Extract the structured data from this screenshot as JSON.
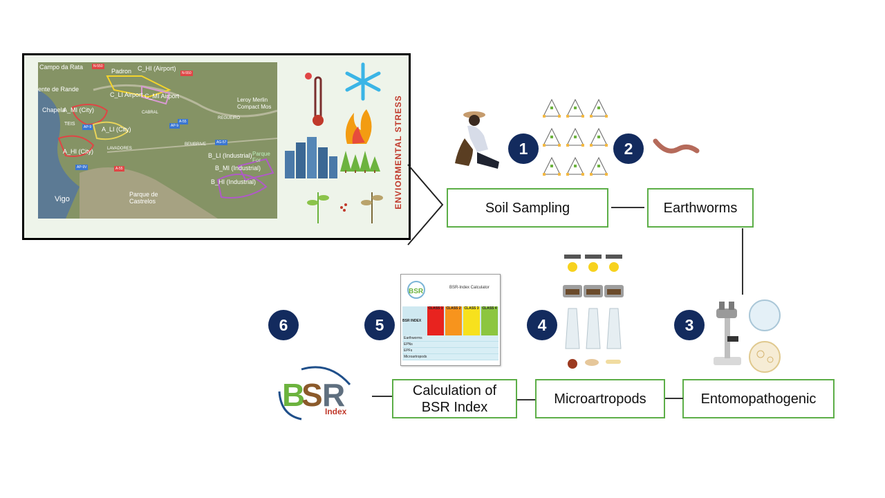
{
  "steps": [
    {
      "num": "1",
      "label": "Soil Sampling"
    },
    {
      "num": "2",
      "label": "Earthworms"
    },
    {
      "num": "3",
      "label": "Entomopathogenic"
    },
    {
      "num": "4",
      "label": "Microartropods"
    },
    {
      "num": "5",
      "label": "Calculation of BSR Index"
    },
    {
      "num": "6",
      "label": ""
    }
  ],
  "stress_label": "ENVIORMENTAL STRESS",
  "map": {
    "labels": [
      "Campo da Rata",
      "ente de Rande",
      "Chapela",
      "A_MI (City)",
      "TEIS",
      "A_HI (City)",
      "Vigo",
      "Padron",
      "C_HI (Airport)",
      "C_LI Airport",
      "C_MI Airport",
      "CABRAL",
      "A_LI (City)",
      "LAVADORES",
      "Leroy Merlin",
      "Compact Mos",
      "REGUEIRO",
      "BEMBRIVE",
      "B_LI (Industrial)",
      "B_MI (Industrial)",
      "B_HI (Industrial)",
      "Parque de Castrelos",
      "Parque For"
    ],
    "roads": [
      "N-550",
      "N-550",
      "AP-9",
      "AP-9",
      "A-55",
      "AG-57",
      "AP-9V",
      "A-55"
    ]
  },
  "bsr_card": {
    "title": "BSR-Index Calculator",
    "index_label": "BSR INDEX",
    "classes": [
      "CLASS 1",
      "CLASS 2",
      "CLASS 3",
      "CLASS 4"
    ],
    "class_colors": [
      "#e8231f",
      "#f7941d",
      "#f7e11d",
      "#8cc63f"
    ],
    "rows": [
      "Earthworms",
      "EPNs",
      "EPFs",
      "Microartropods"
    ]
  },
  "logo": {
    "b": "B",
    "s": "S",
    "r": "R",
    "index": "Index"
  }
}
